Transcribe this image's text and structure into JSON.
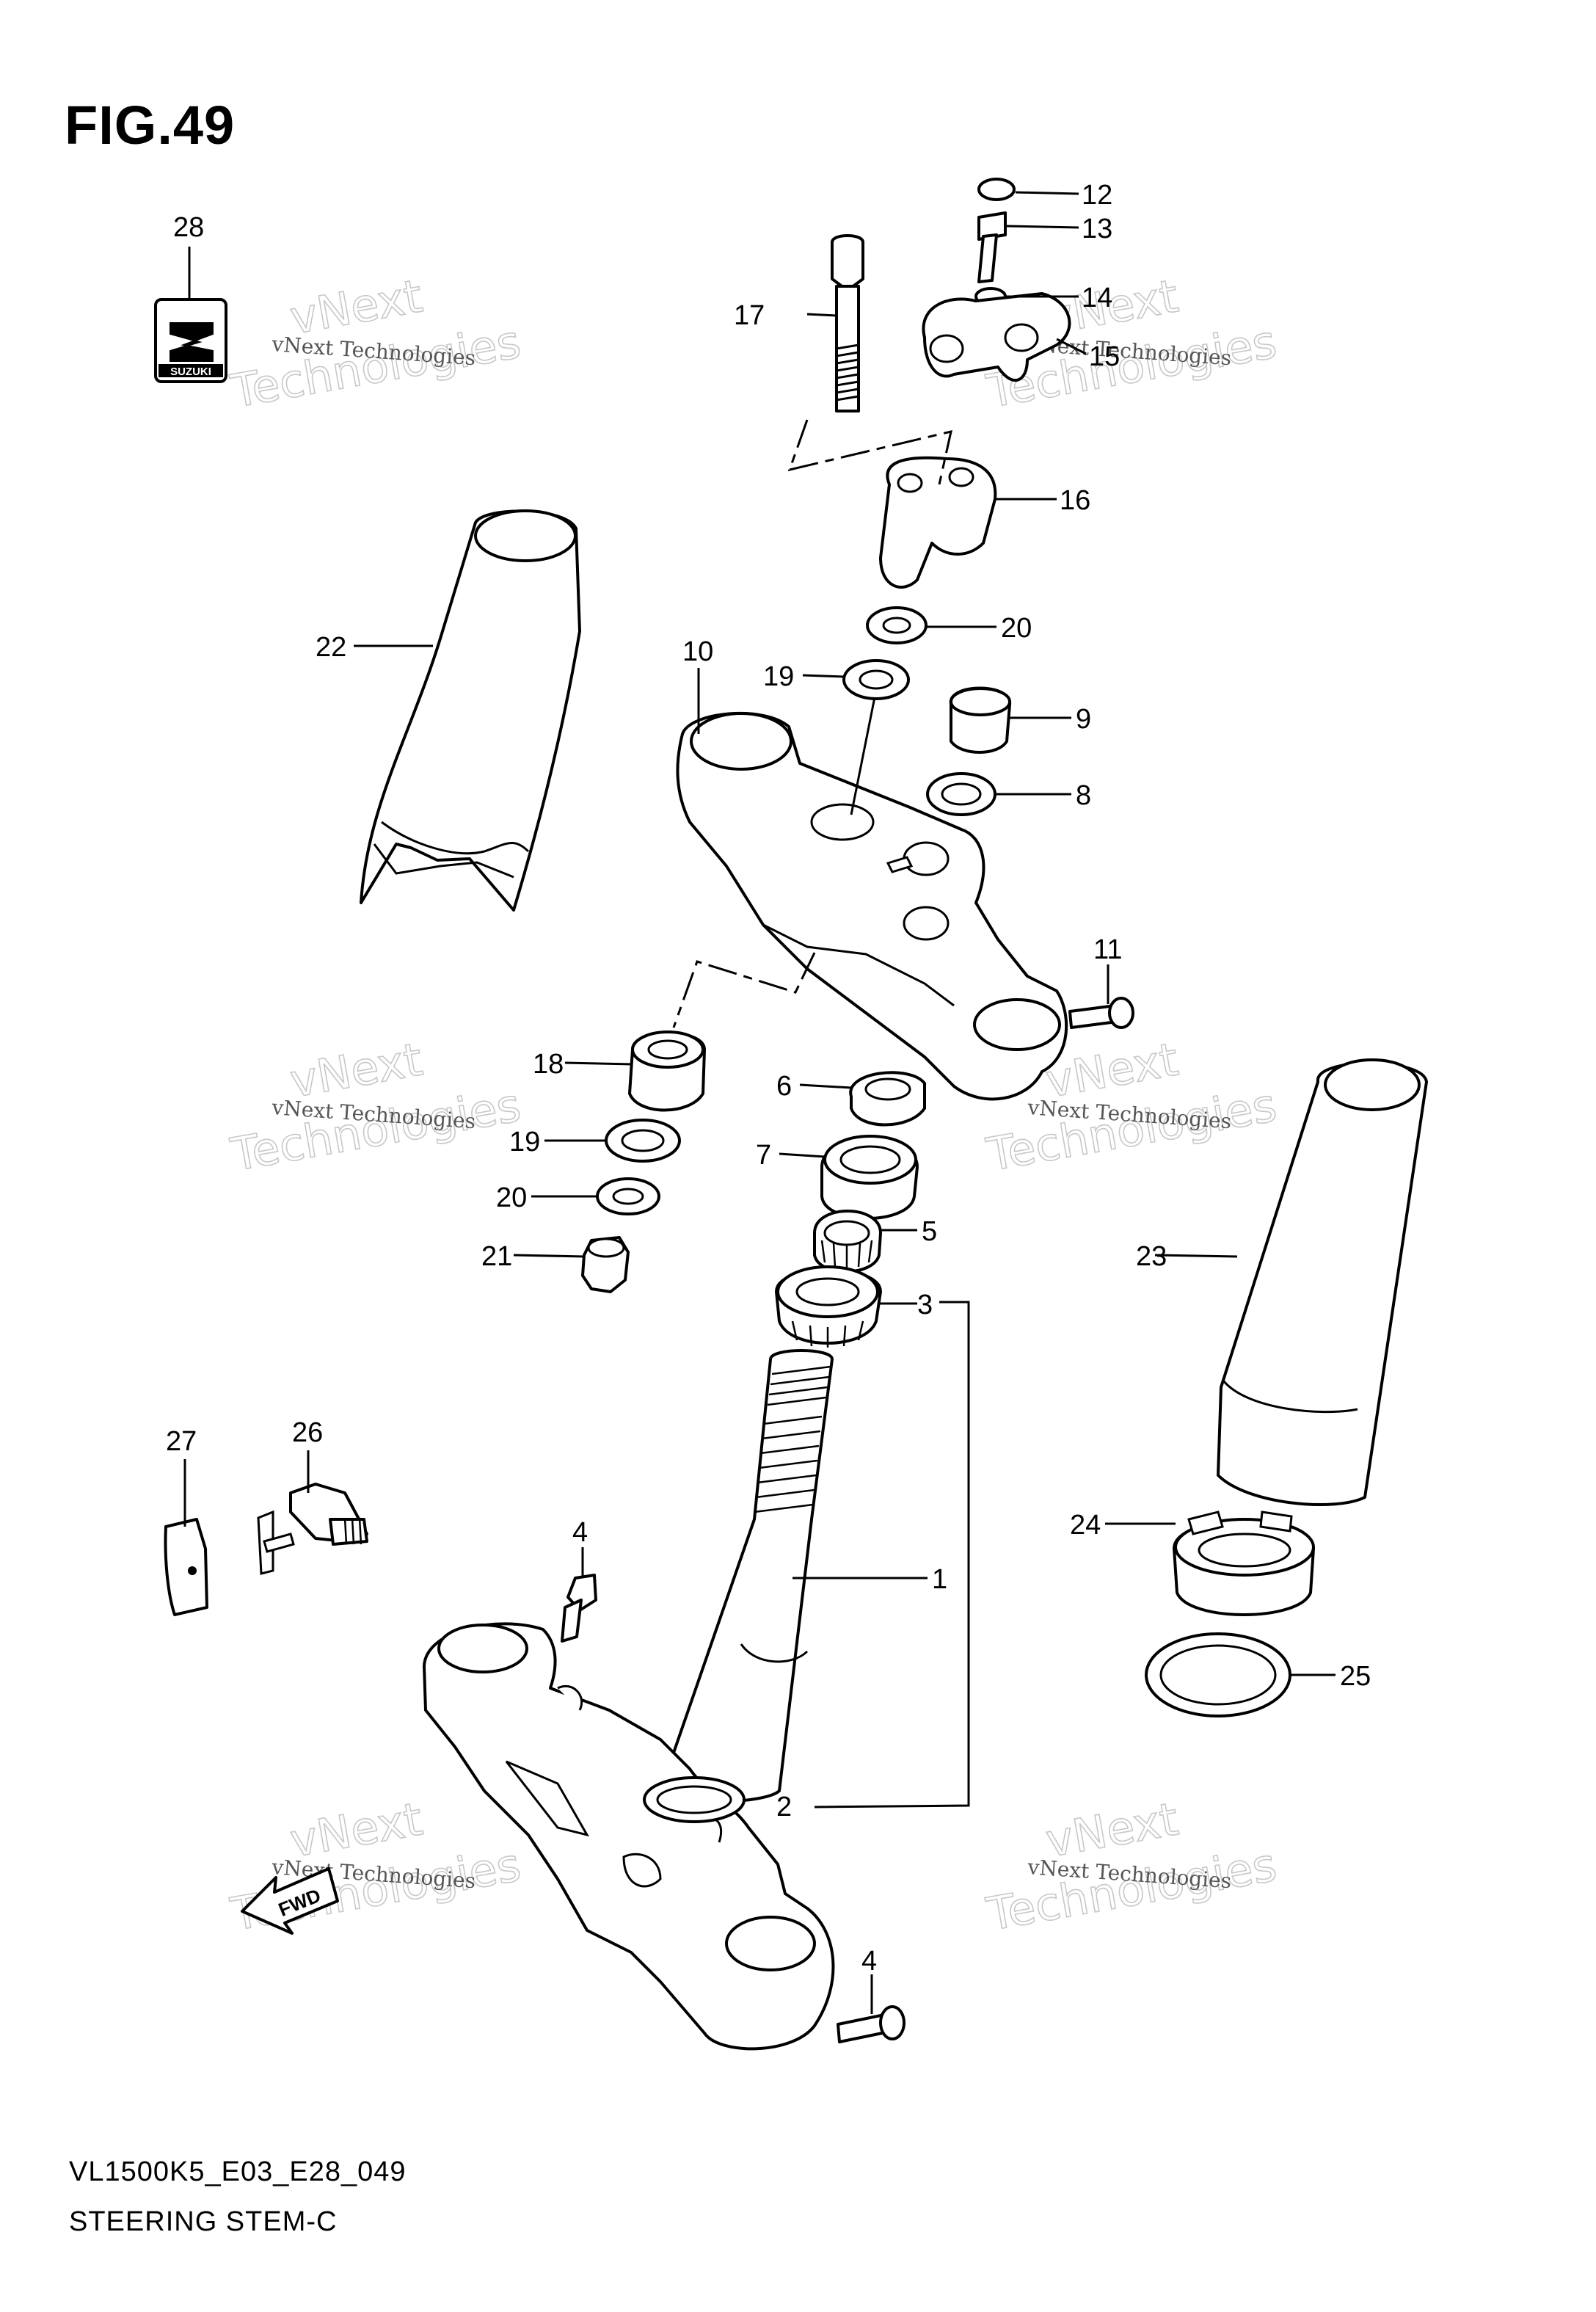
{
  "figure": {
    "title": "FIG.49",
    "model_line": "VL1500K5_E03_E28_049",
    "name": "STEERING STEM-C"
  },
  "logo_text": "SUZUKI",
  "fwd_text": "FWD",
  "watermark": {
    "small": "vNext Technologies",
    "line1": "vNext",
    "line2": "Technologies"
  },
  "callouts": [
    "1",
    "2",
    "3",
    "4",
    "4",
    "5",
    "6",
    "7",
    "8",
    "9",
    "10",
    "11",
    "12",
    "13",
    "14",
    "15",
    "16",
    "17",
    "18",
    "19",
    "19",
    "20",
    "20",
    "21",
    "22",
    "23",
    "24",
    "25",
    "26",
    "27",
    "28"
  ]
}
